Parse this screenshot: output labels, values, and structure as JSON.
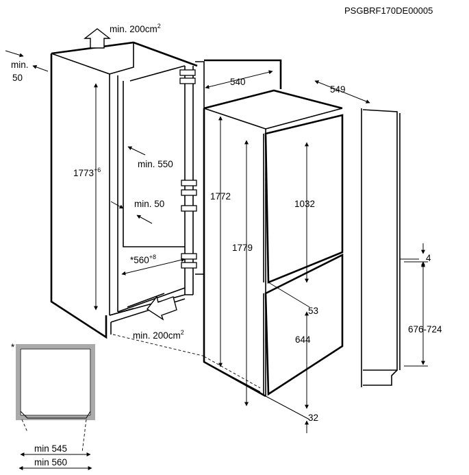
{
  "labels": {
    "code": "PSGBRF170DE00005",
    "vent_top": "min. 200cm",
    "vent_top_sup": "2",
    "side_gap_min": "min.",
    "side_gap_val": "50",
    "niche_height": "1773",
    "niche_height_tol": "+6",
    "min_depth": "min. 550",
    "min_gap": "min. 50",
    "niche_width": "*560",
    "niche_width_tol": "+8",
    "vent_bottom": "min. 200cm",
    "vent_bottom_sup": "2",
    "width": "540",
    "depth": "549",
    "height_body": "1772",
    "height_total": "1779",
    "upper_door": "1032",
    "gap_mid": "53",
    "lower_door": "644",
    "bottom_gap": "32",
    "top_offset": "4",
    "mount_range": "676-724",
    "star": "*",
    "min545": "min 545",
    "min560": "min 560"
  }
}
